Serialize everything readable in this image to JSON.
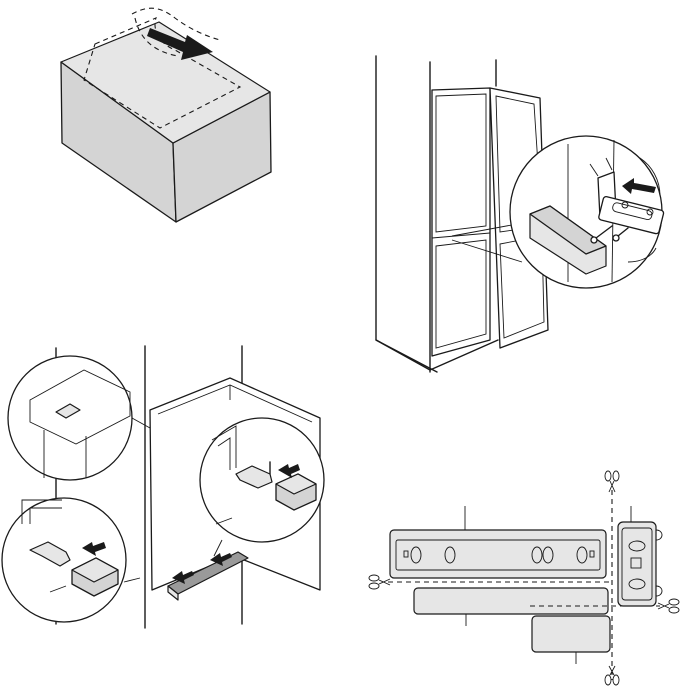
{
  "figure": {
    "panels": [
      "box-packaging-removal",
      "hinge-cover-mounting",
      "door-foot-spacers",
      "trim-strip-cutting"
    ],
    "icons": [
      "arrow-icon",
      "screw-icon",
      "scissors-icon"
    ],
    "colors": {
      "line": "#1a1a1a",
      "fill": "#d4d4d4",
      "background": "#ffffff"
    }
  }
}
